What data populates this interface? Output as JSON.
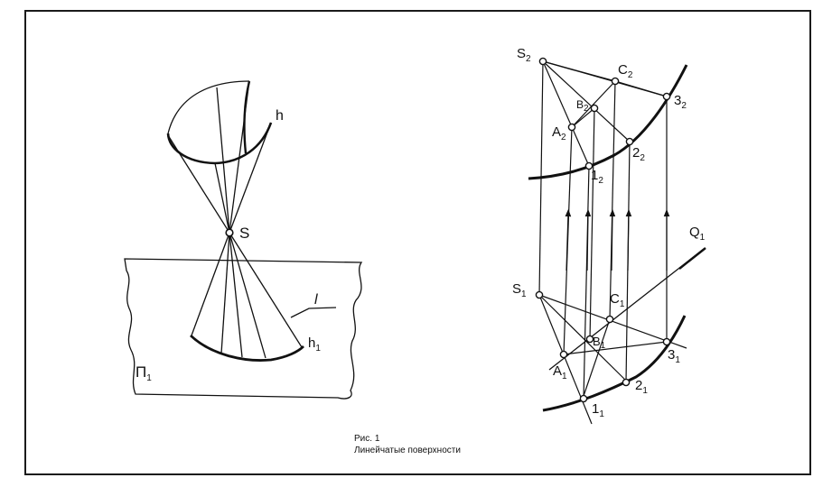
{
  "caption": {
    "figure": "Рис. 1",
    "title": "Линейчатые поверхности"
  },
  "left_figure": {
    "apex": "S",
    "curve_top": "h",
    "plane": "П",
    "plane_sub": "1",
    "line": "l",
    "curve_bottom": "h",
    "curve_bottom_sub": "1"
  },
  "right_figure": {
    "S2": {
      "main": "S",
      "sub": "2"
    },
    "C2": {
      "main": "C",
      "sub": "2"
    },
    "B2": {
      "main": "B",
      "sub": "2"
    },
    "A2": {
      "main": "A",
      "sub": "2"
    },
    "P3_2": {
      "main": "3",
      "sub": "2"
    },
    "P2_2": {
      "main": "2",
      "sub": "2"
    },
    "P1_2": {
      "main": "1",
      "sub": "2"
    },
    "Q1": {
      "main": "Q",
      "sub": "1"
    },
    "S1": {
      "main": "S",
      "sub": "1"
    },
    "C1": {
      "main": "C",
      "sub": "1"
    },
    "B1": {
      "main": "B",
      "sub": "1"
    },
    "A1": {
      "main": "A",
      "sub": "1"
    },
    "P3_1": {
      "main": "3",
      "sub": "1"
    },
    "P2_1": {
      "main": "2",
      "sub": "1"
    },
    "P1_1": {
      "main": "1",
      "sub": "1"
    }
  }
}
